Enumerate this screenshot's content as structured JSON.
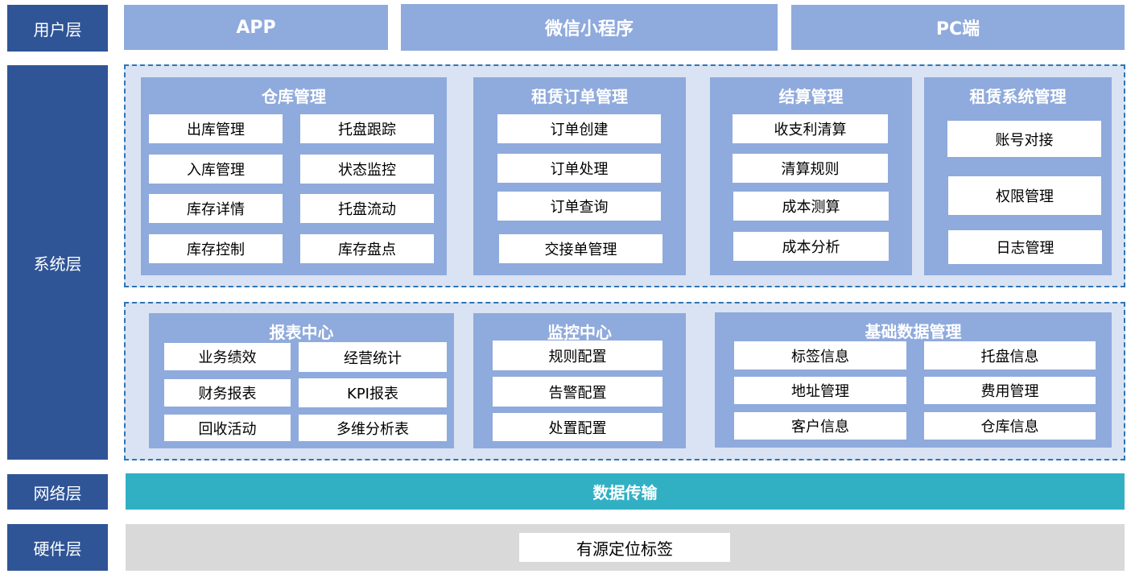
{
  "layers": {
    "user": "用户层",
    "system": "系统层",
    "network": "网络层",
    "hardware": "硬件层"
  },
  "user_layer": [
    "APP",
    "微信小程序",
    "PC端"
  ],
  "system_top": {
    "warehouse": {
      "title": "仓库管理",
      "items": [
        "出库管理",
        "托盘跟踪",
        "入库管理",
        "状态监控",
        "库存详情",
        "托盘流动",
        "库存控制",
        "库存盘点"
      ]
    },
    "rental_order": {
      "title": "租赁订单管理",
      "items": [
        "订单创建",
        "订单处理",
        "订单查询",
        "交接单管理"
      ]
    },
    "settlement": {
      "title": "结算管理",
      "items": [
        "收支利清算",
        "清算规则",
        "成本测算",
        "成本分析"
      ]
    },
    "rental_system": {
      "title": "租赁系统管理",
      "items": [
        "账号对接",
        "权限管理",
        "日志管理"
      ]
    }
  },
  "system_bottom": {
    "report": {
      "title": "报表中心",
      "items": [
        "业务绩效",
        "经营统计",
        "财务报表",
        "KPI报表",
        "回收活动",
        "多维分析表"
      ]
    },
    "monitor": {
      "title": "监控中心",
      "items": [
        "规则配置",
        "告警配置",
        "处置配置"
      ]
    },
    "base_data": {
      "title": "基础数据管理",
      "items": [
        "标签信息",
        "托盘信息",
        "地址管理",
        "费用管理",
        "客户信息",
        "仓库信息"
      ]
    }
  },
  "network_bar": "数据传输",
  "hardware_item": "有源定位标签",
  "colors": {
    "layer_label": "#2f5597",
    "user_box": "#8faadc",
    "panel": "#8faadc",
    "dashed_border": "#2e75b6",
    "dashed_fill": "#dae3f3",
    "network_bar": "#31b0c4",
    "hardware_bar": "#d9d9d9"
  }
}
